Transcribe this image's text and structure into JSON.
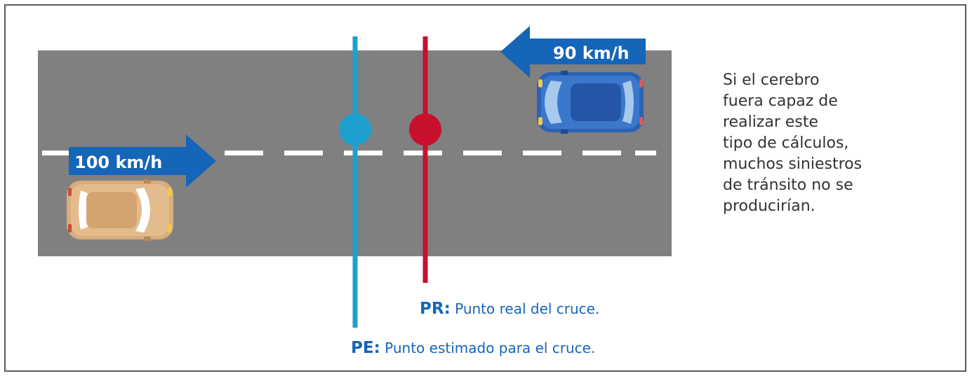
{
  "diagram": {
    "speeds": {
      "left_car": "100 km/h",
      "right_car": "90 km/h"
    },
    "side_text_lines": [
      "Si el cerebro",
      "fuera capaz de",
      "realizar este",
      "tipo de cálculos,",
      "muchos siniestros",
      "de tránsito no se",
      "producirían."
    ],
    "legend": {
      "pr_abbr": "PR:",
      "pr_text": " Punto real del cruce.",
      "pe_abbr": "PE:",
      "pe_text": " Punto estimado para el cruce."
    },
    "colors": {
      "road": "#808080",
      "lane_marking": "#ffffff",
      "arrow": "#1565b8",
      "estimated_line": "#1ea0cf",
      "real_line": "#c8102e",
      "left_car": "#d9ad7c",
      "right_car": "#2b62b5",
      "text": "#333333",
      "legend": "#1565b8"
    },
    "icons": [
      "tan-car-icon",
      "blue-car-icon",
      "right-arrow-icon",
      "left-arrow-icon"
    ]
  }
}
